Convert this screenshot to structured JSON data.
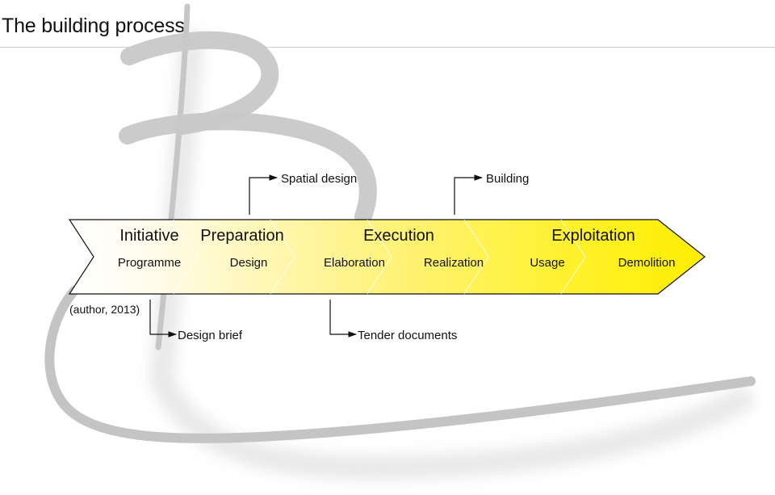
{
  "page": {
    "title": "The building process"
  },
  "phases": [
    "Initiative",
    "Preparation",
    "Execution",
    "Exploitation"
  ],
  "steps": [
    "Programme",
    "Design",
    "Elaboration",
    "Realization",
    "Usage",
    "Demolition"
  ],
  "deliverables_top": [
    "Spatial design",
    "Building"
  ],
  "deliverables_bottom": [
    "Design brief",
    "Tender documents"
  ],
  "citation": "(author, 2013)",
  "colors": {
    "arrow_start": "#ffffff",
    "arrow_end": "#ffef00",
    "outline": "#111111",
    "logo_shape": "#c8c8c8"
  },
  "icons": {
    "logo": "b-swirl-logo",
    "callout": "right-arrow-icon"
  }
}
